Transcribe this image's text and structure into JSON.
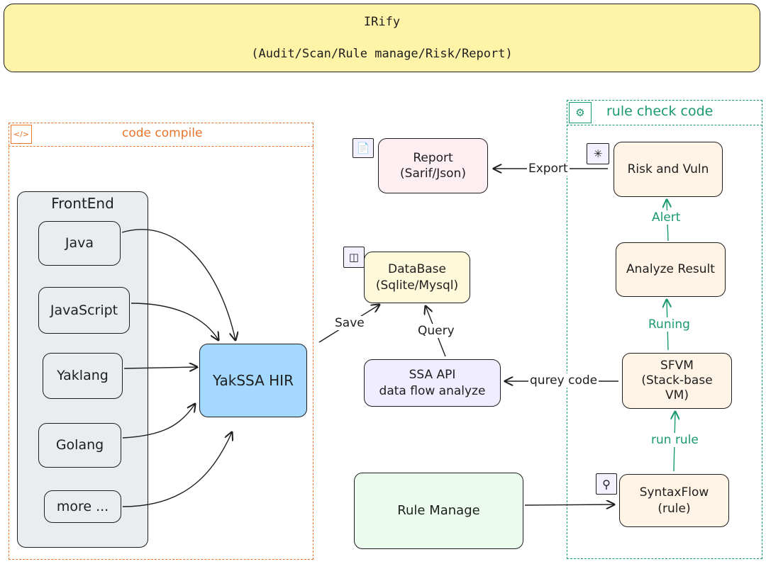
{
  "header": {
    "title": "IRify",
    "subtitle": "(Audit/Scan/Rule manage/Risk/Report)"
  },
  "groups": {
    "code_compile": "code compile",
    "rule_check_code": "rule check code",
    "frontend": "FrontEnd"
  },
  "frontend_langs": [
    "Java",
    "JavaScript",
    "Yaklang",
    "Golang",
    "more ..."
  ],
  "nodes": {
    "hir": "YakSSA HIR",
    "report": "Report\n(Sarif/Json)",
    "database": "DataBase\n(Sqlite/Mysql)",
    "ssa_api": "SSA API\ndata flow analyze",
    "rule_manage": "Rule Manage",
    "risk": "Risk and Vuln",
    "analyze_result": "Analyze Result",
    "sfvm": "SFVM\n(Stack-base\nVM)",
    "syntaxflow": "SyntaxFlow\n(rule)"
  },
  "edges": {
    "export": "Export",
    "save": "Save",
    "query": "Query",
    "qurey_code": "qurey code",
    "alert": "Alert",
    "runing": "Runing",
    "run_rule": "run rule"
  },
  "colors": {
    "header_fill": "#fff3a8",
    "compile_border": "#e8742a",
    "check_border": "#1a9a6c",
    "frontend_fill": "#e9edf0",
    "hir_fill": "#a5d8ff",
    "report_fill": "#fdeef2",
    "database_fill": "#fff9db",
    "ssa_fill": "#efedff",
    "rule_manage_fill": "#ebfbee",
    "check_node_fill": "#fff4e6"
  },
  "icons": [
    "code-compile-icon",
    "rule-check-icon",
    "report-icon",
    "database-icon",
    "bug-icon",
    "search-icon"
  ]
}
